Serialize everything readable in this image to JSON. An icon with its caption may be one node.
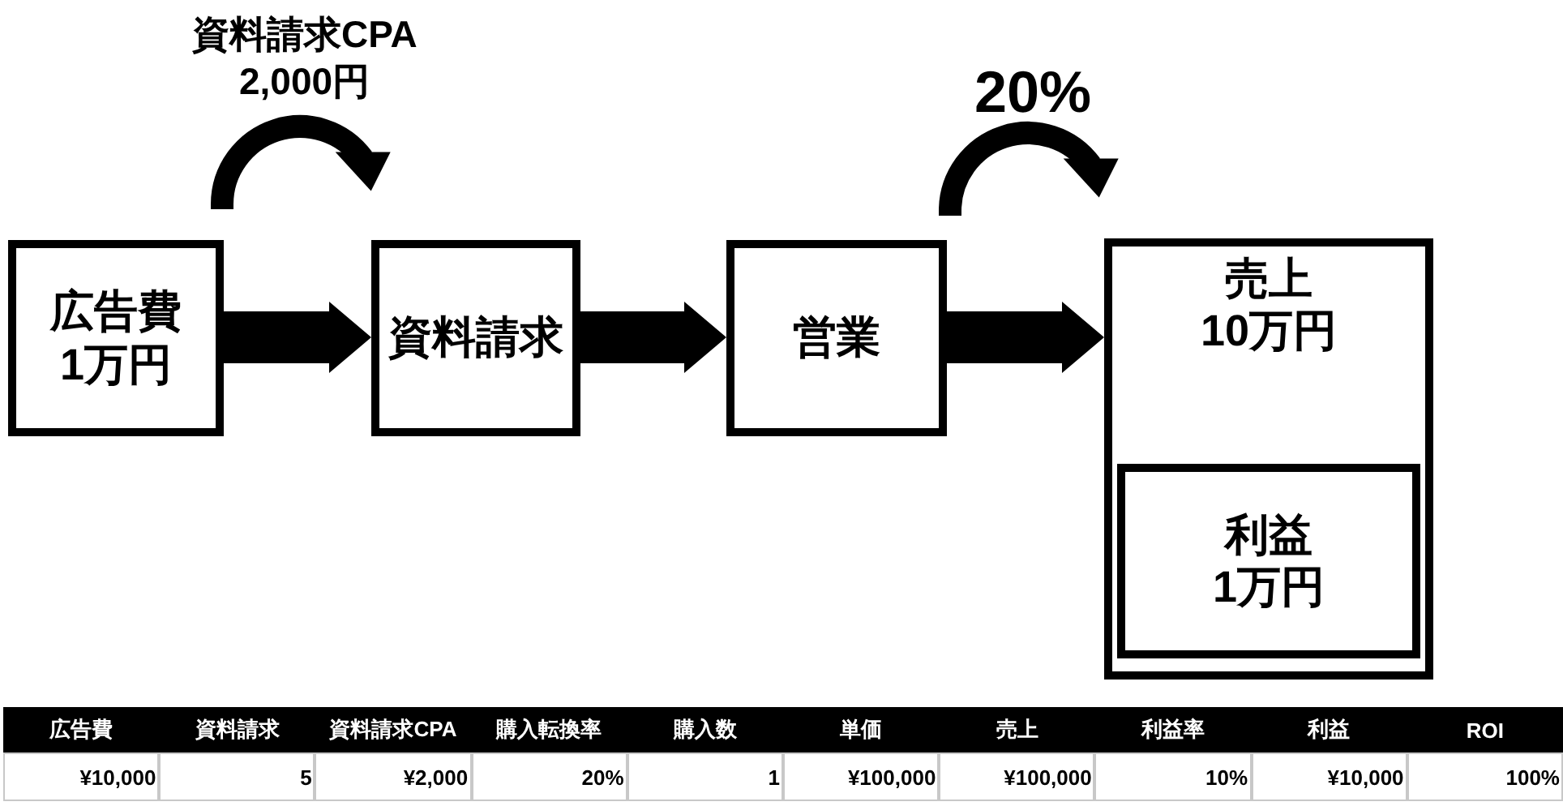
{
  "diagram": {
    "nodes": [
      {
        "text": [
          "広告費",
          "1万円"
        ]
      },
      {
        "text": [
          "資料請求"
        ]
      },
      {
        "text": [
          "営業"
        ]
      },
      {
        "text": [
          "売上",
          "10万円"
        ]
      },
      {
        "text": [
          "利益",
          "1万円"
        ],
        "in": 3
      }
    ],
    "edges": [
      {
        "from": 0,
        "to": 1,
        "arrow": "to",
        "style": "thick"
      },
      {
        "from": 1,
        "to": 2,
        "arrow": "to",
        "style": "thick"
      },
      {
        "from": 2,
        "to": 3,
        "arrow": "to",
        "style": "thick"
      }
    ],
    "labels": [
      "資料請求CPA",
      "2,000円",
      "20%",
      "広告費",
      "資料請求",
      "資料請求CPA",
      "購入転換率",
      "購入数",
      "単価",
      "売上",
      "利益率",
      "利益",
      "ROI",
      "¥10,000",
      "5",
      "¥2,000",
      "20%",
      "1",
      "¥100,000",
      "¥100,000",
      "10%",
      "¥10,000",
      "100%"
    ]
  }
}
